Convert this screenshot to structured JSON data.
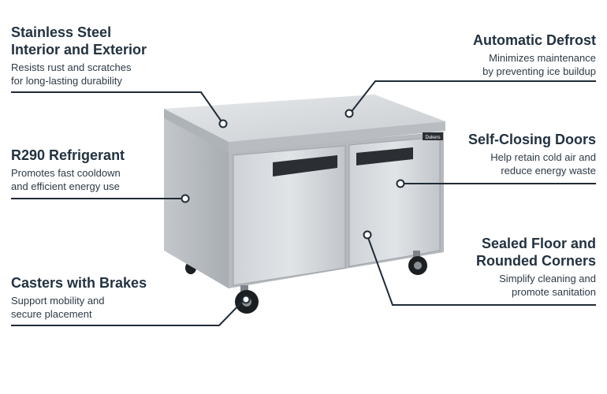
{
  "brand": {
    "badge_text": "Dukers"
  },
  "features": {
    "stainless": {
      "title_lines": [
        "Stainless Steel",
        "Interior and Exterior"
      ],
      "desc_lines": [
        "Resists rust and scratches",
        "for long-lasting durability"
      ]
    },
    "refrigerant": {
      "title_lines": [
        "R290 Refrigerant"
      ],
      "desc_lines": [
        "Promotes fast cooldown",
        "and efficient energy use"
      ]
    },
    "casters": {
      "title_lines": [
        "Casters with Brakes"
      ],
      "desc_lines": [
        "Support mobility and",
        "secure placement"
      ]
    },
    "defrost": {
      "title_lines": [
        "Automatic Defrost"
      ],
      "desc_lines": [
        "Minimizes maintenance",
        "by preventing ice buildup"
      ]
    },
    "doors": {
      "title_lines": [
        "Self-Closing Doors"
      ],
      "desc_lines": [
        "Help retain cold air and",
        "reduce energy waste"
      ]
    },
    "sealed": {
      "title_lines": [
        "Sealed Floor and",
        "Rounded Corners"
      ],
      "desc_lines": [
        "Simplify cleaning and",
        "promote sanitation"
      ]
    }
  },
  "colors": {
    "text_dark": "#233240",
    "line": "#1f2b36",
    "steel_light": "#dcdfe2",
    "steel_mid": "#c4c8cc",
    "steel_dark": "#9fa4a9",
    "handle": "#2b2f34"
  }
}
